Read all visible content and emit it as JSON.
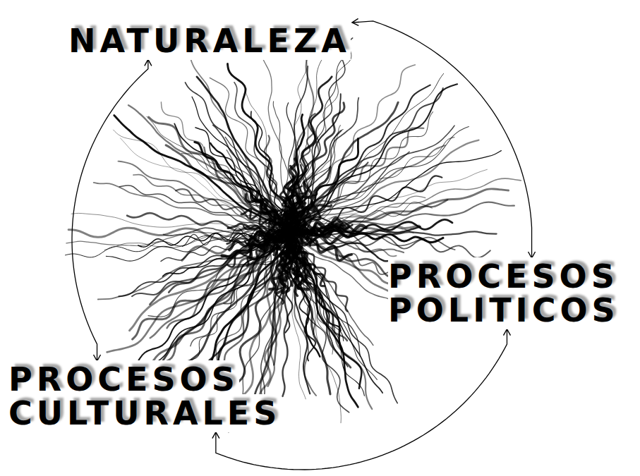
{
  "diagram": {
    "nodes": [
      {
        "text": [
          "NATURALEZA"
        ]
      },
      {
        "text": [
          "PROCESOS POLITICOS"
        ]
      },
      {
        "text": [
          "PROCESOS CULTURALES"
        ]
      }
    ],
    "edges": [
      {
        "from": 0,
        "to": 1,
        "arrow": "both"
      },
      {
        "from": 1,
        "to": 2,
        "arrow": "both"
      },
      {
        "from": 2,
        "to": 0,
        "arrow": "both"
      }
    ]
  }
}
